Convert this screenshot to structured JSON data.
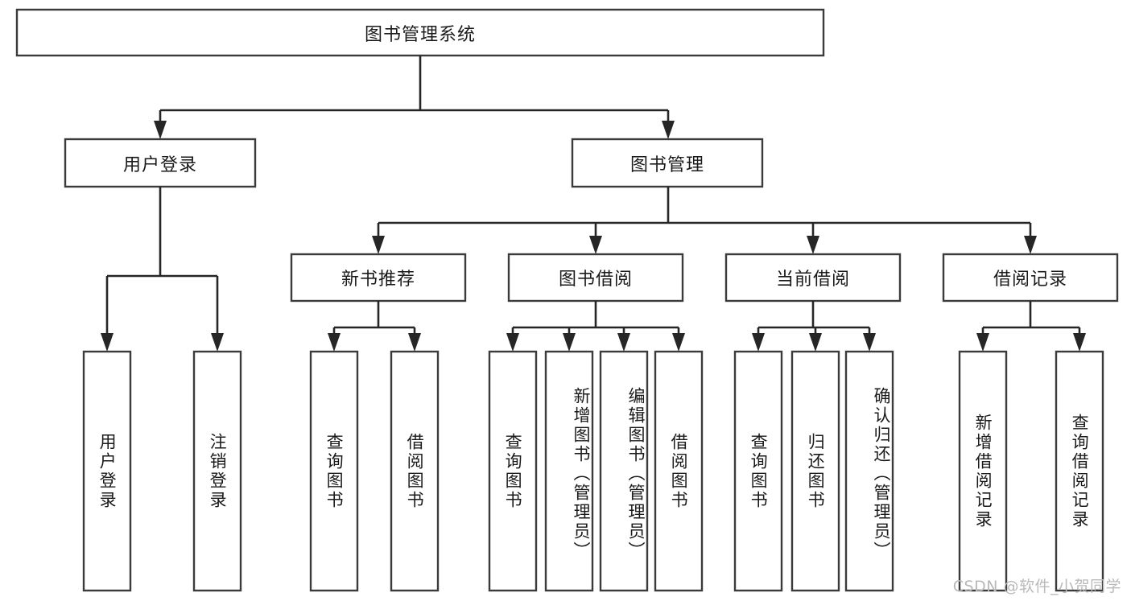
{
  "diagram": {
    "title": "图书管理系统",
    "type": "tree-structure-chart",
    "watermark": "CSDN @软件_小贺同学",
    "root": {
      "id": "root",
      "label": "图书管理系统",
      "orientation": "horizontal"
    },
    "level2": [
      {
        "id": "user-login",
        "label": "用户登录",
        "orientation": "horizontal"
      },
      {
        "id": "book-manage",
        "label": "图书管理",
        "orientation": "horizontal"
      }
    ],
    "level3": [
      {
        "id": "new-book-rec",
        "label": "新书推荐",
        "orientation": "horizontal",
        "parent": "book-manage"
      },
      {
        "id": "book-borrow",
        "label": "图书借阅",
        "orientation": "horizontal",
        "parent": "book-manage"
      },
      {
        "id": "current-borrow",
        "label": "当前借阅",
        "orientation": "horizontal",
        "parent": "book-manage"
      },
      {
        "id": "borrow-record",
        "label": "借阅记录",
        "orientation": "horizontal",
        "parent": "book-manage"
      }
    ],
    "leaves": [
      {
        "id": "leaf-user-login",
        "label": "用户登录",
        "parent": "user-login",
        "orientation": "vertical"
      },
      {
        "id": "leaf-user-logout",
        "label": "注销登录",
        "parent": "user-login",
        "orientation": "vertical"
      },
      {
        "id": "leaf-query-book-1",
        "label": "查询图书",
        "parent": "new-book-rec",
        "orientation": "vertical"
      },
      {
        "id": "leaf-borrow-book-1",
        "label": "借阅图书",
        "parent": "new-book-rec",
        "orientation": "vertical"
      },
      {
        "id": "leaf-query-book-2",
        "label": "查询图书",
        "parent": "book-borrow",
        "orientation": "vertical"
      },
      {
        "id": "leaf-add-book",
        "label": "新增图书（管理员）",
        "parent": "book-borrow",
        "orientation": "vertical"
      },
      {
        "id": "leaf-edit-book",
        "label": "编辑图书（管理员）",
        "parent": "book-borrow",
        "orientation": "vertical"
      },
      {
        "id": "leaf-borrow-book-2",
        "label": "借阅图书",
        "parent": "book-borrow",
        "orientation": "vertical"
      },
      {
        "id": "leaf-query-book-3",
        "label": "查询图书",
        "parent": "current-borrow",
        "orientation": "vertical"
      },
      {
        "id": "leaf-return-book",
        "label": "归还图书",
        "parent": "current-borrow",
        "orientation": "vertical"
      },
      {
        "id": "leaf-confirm-return",
        "label": "确认归还（管理员）",
        "parent": "current-borrow",
        "orientation": "vertical"
      },
      {
        "id": "leaf-add-record",
        "label": "新增借阅记录",
        "parent": "borrow-record",
        "orientation": "vertical"
      },
      {
        "id": "leaf-query-record",
        "label": "查询借阅记录",
        "parent": "borrow-record",
        "orientation": "vertical"
      }
    ],
    "colors": {
      "box_stroke": "#3b3b3b",
      "box_fill": "#ffffff",
      "connector": "#262626",
      "text": "#1a1a1a",
      "watermark": "#b9b9b9",
      "background": "#ffffff"
    }
  }
}
